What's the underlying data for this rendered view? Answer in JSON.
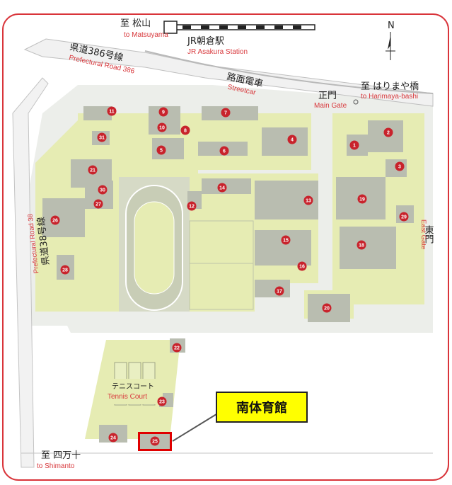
{
  "labels": {
    "matsuyama_jp": "至 松山",
    "matsuyama_en": "to Matsuyama",
    "station_jp": "JR朝倉駅",
    "station_en": "JR Asakura Station",
    "road386_jp": "県道386号線",
    "road386_en": "Prefectural Road 386",
    "streetcar_jp": "路面電車",
    "streetcar_en": "Streetcar",
    "main_gate_jp": "正門",
    "main_gate_en": "Main Gate",
    "harimaya_jp": "至 はりまや橋",
    "harimaya_en": "to Harimaya-bashi",
    "east_gate_jp": "東門",
    "east_gate_en": "East Gate",
    "road38_jp": "県道38号線",
    "road38_en": "Prefectural Road 38",
    "tennis_jp": "テニスコート",
    "tennis_en": "Tennis Court",
    "shimanto_jp": "至 四万十",
    "shimanto_en": "to Shimanto",
    "compass_n": "N"
  },
  "buildings": [
    "1",
    "2",
    "3",
    "4",
    "5",
    "6",
    "7",
    "8",
    "9",
    "10",
    "11",
    "12",
    "13",
    "14",
    "15",
    "16",
    "17",
    "18",
    "19",
    "20",
    "21",
    "22",
    "23",
    "24",
    "25",
    "26",
    "27",
    "28",
    "29",
    "30",
    "31"
  ],
  "callout": {
    "text": "南体育館",
    "target_building": "25"
  },
  "colors": {
    "building_fill": "#d8dcc8",
    "building_dark": "#b7bcae",
    "marker": "#c8232c",
    "highlight": "#e00000",
    "callout_bg": "#ffff00",
    "frame": "#d9343a"
  }
}
